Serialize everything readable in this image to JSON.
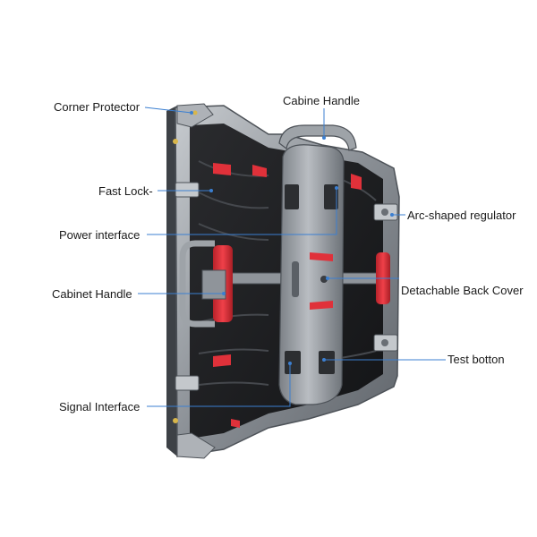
{
  "labels": {
    "corner_protector": "Corner Protector",
    "cabine_handle": "Cabine Handle",
    "fast_lock": "Fast Lock-",
    "arc_regulator": "Arc-shaped regulator",
    "power_interface": "Power interface",
    "cabinet_handle": "Cabinet Handle",
    "detachable_back_cover": "Detachable Back Cover",
    "test_botton": "Test botton",
    "signal_interface": "Signal Interface"
  },
  "colors": {
    "leader_line": "#3b7fd1",
    "frame": "#8f949a",
    "frame_dark": "#4d5258",
    "panel": "#1c1d1f",
    "accent": "#e0313a"
  }
}
